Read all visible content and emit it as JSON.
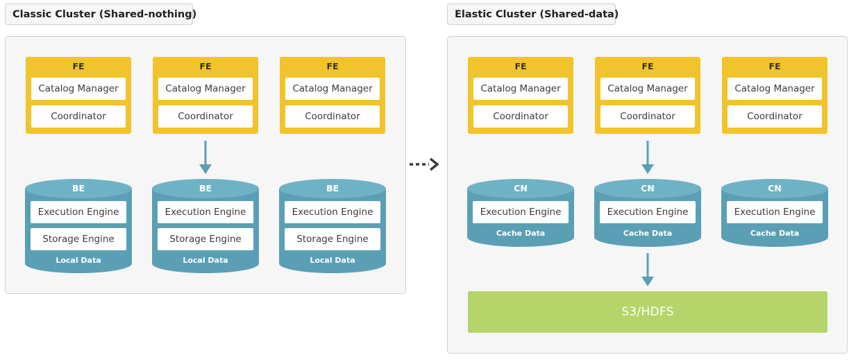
{
  "classic": {
    "title": "Classic Cluster (Shared-nothing)",
    "fe_nodes": [
      {
        "label": "FE",
        "catalog": "Catalog Manager",
        "coordinator": "Coordinator"
      },
      {
        "label": "FE",
        "catalog": "Catalog Manager",
        "coordinator": "Coordinator"
      },
      {
        "label": "FE",
        "catalog": "Catalog Manager",
        "coordinator": "Coordinator"
      }
    ],
    "be_nodes": [
      {
        "label": "BE",
        "engine": "Execution Engine",
        "storage": "Storage Engine",
        "footer": "Local Data"
      },
      {
        "label": "BE",
        "engine": "Execution Engine",
        "storage": "Storage Engine",
        "footer": "Local Data"
      },
      {
        "label": "BE",
        "engine": "Execution Engine",
        "storage": "Storage Engine",
        "footer": "Local Data"
      }
    ]
  },
  "elastic": {
    "title": "Elastic Cluster (Shared-data)",
    "fe_nodes": [
      {
        "label": "FE",
        "catalog": "Catalog Manager",
        "coordinator": "Coordinator"
      },
      {
        "label": "FE",
        "catalog": "Catalog Manager",
        "coordinator": "Coordinator"
      },
      {
        "label": "FE",
        "catalog": "Catalog Manager",
        "coordinator": "Coordinator"
      }
    ],
    "cn_nodes": [
      {
        "label": "CN",
        "engine": "Execution Engine",
        "footer": "Cache Data"
      },
      {
        "label": "CN",
        "engine": "Execution Engine",
        "footer": "Cache Data"
      },
      {
        "label": "CN",
        "engine": "Execution Engine",
        "footer": "Cache Data"
      }
    ],
    "storage": "S3/HDFS"
  },
  "colors": {
    "fe": "#f1c42d",
    "node": "#5b9fb5",
    "node_top": "#6fb2c6",
    "arrow": "#5b9fb5",
    "storage": "#b5d56a",
    "transition_arrow": "#3a3a3a"
  }
}
